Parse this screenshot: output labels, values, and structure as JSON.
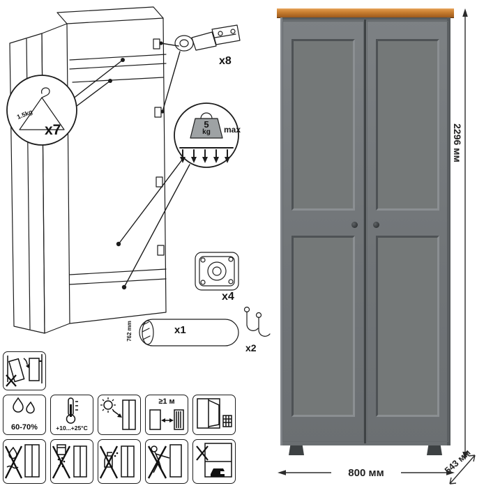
{
  "parts": {
    "hanger_count": "x7",
    "hanger_capacity": "1.5kg",
    "shelf_load_value": "5",
    "shelf_load_unit": "kg",
    "shelf_load_max": "max",
    "hinges_count": "x8",
    "feet_count": "x4",
    "rod_count": "x1",
    "rod_length": "762 mm",
    "hooks_count": "x2"
  },
  "dimensions": {
    "height": "2296 мм",
    "width": "800 мм",
    "depth": "543 мм"
  },
  "care": {
    "humidity_range": "60-70%",
    "temperature_range": "+10...+25°C",
    "min_distance_to_heat": "≥1 м"
  },
  "icon_names": {
    "anchor": "anti-tip-anchor",
    "row1": [
      "humidity",
      "temperature",
      "no-direct-sunlight",
      "distance-from-heat",
      "ventilation"
    ],
    "row2": [
      "no-wet-cleaning",
      "no-abrasives",
      "no-solvents",
      "no-dragging",
      "no-heavy-load"
    ]
  },
  "colors": {
    "wood_top": "#c77d30",
    "door_gray": "#74787b",
    "side_gray": "#565a5d",
    "knob": "#26292b",
    "line": "#1c1c1c"
  }
}
